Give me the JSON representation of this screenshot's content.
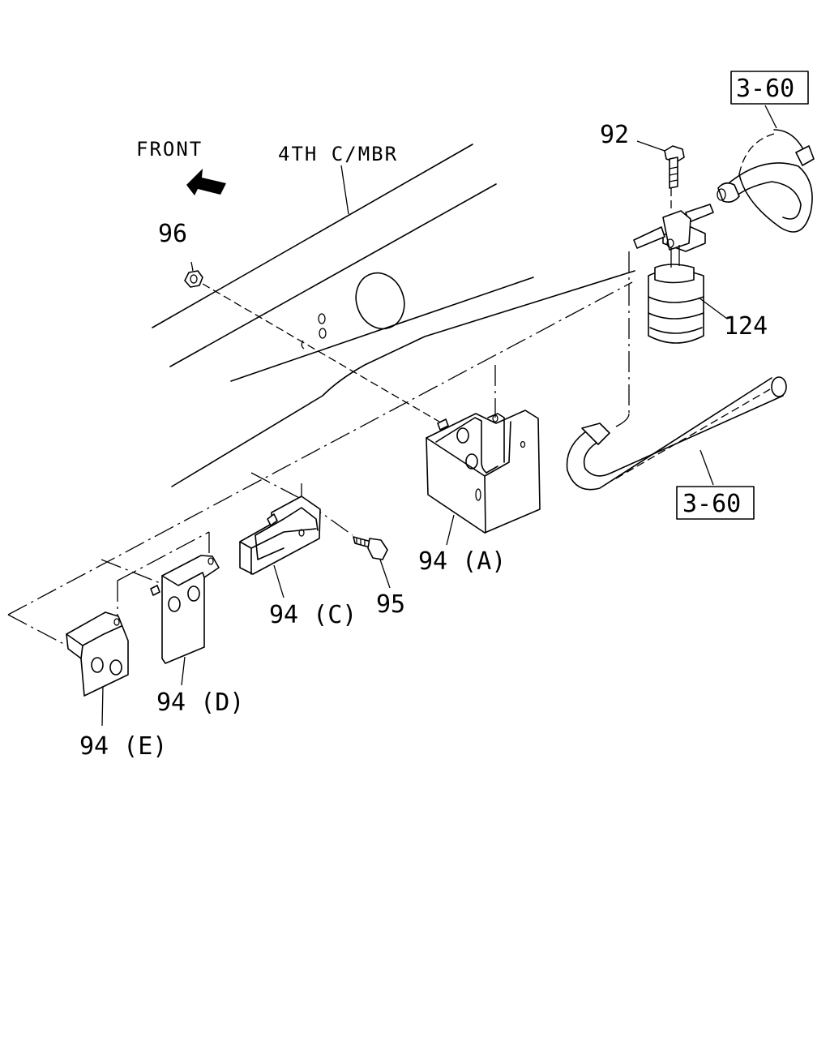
{
  "labels": {
    "front": "FRONT",
    "member": "4TH C/MBR",
    "p92": "92",
    "p96": "96",
    "p124": "124",
    "p95": "95",
    "p94a": "94 (A)",
    "p94c": "94 (C)",
    "p94d": "94 (D)",
    "p94e": "94 (E)",
    "ref_top": "3-60",
    "ref_bottom": "3-60"
  }
}
